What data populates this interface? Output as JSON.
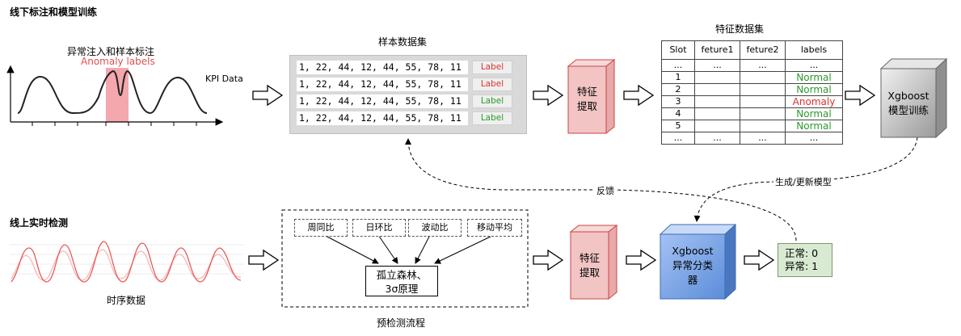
{
  "offline": {
    "title": "线下标注和模型训练",
    "kpi_label_title": "异常注入和样本标注",
    "anomaly_labels": "Anomaly labels",
    "kpi_data": "KPI Data",
    "sample_title": "样本数据集",
    "sample_rows": [
      {
        "values": "1, 22, 44, 12, 44, 55, 78, 11",
        "label": "Label",
        "label_color": "#e03030"
      },
      {
        "values": "1, 22, 44, 12, 44, 55, 78, 11",
        "label": "Label",
        "label_color": "#e03030"
      },
      {
        "values": "1, 22, 44, 12, 44, 55, 78, 11",
        "label": "Label",
        "label_color": "#2a9a2a"
      },
      {
        "values": "1, 22, 44, 12, 44, 55, 78, 11",
        "label": "Label",
        "label_color": "#2a9a2a"
      }
    ],
    "feature_extract": [
      "特征",
      "提取"
    ],
    "feature_table_title": "特征数据集",
    "feature_table": {
      "headers": [
        "Slot",
        "feture1",
        "feture2",
        "labels"
      ],
      "ellipsis": "...",
      "rows": [
        {
          "slot": "1",
          "label": "Normal",
          "color": "#2a9a2a"
        },
        {
          "slot": "2",
          "label": "Normal",
          "color": "#2a9a2a"
        },
        {
          "slot": "3",
          "label": "Anomaly",
          "color": "#e03030"
        },
        {
          "slot": "4",
          "label": "Normal",
          "color": "#2a9a2a"
        },
        {
          "slot": "5",
          "label": "Normal",
          "color": "#2a9a2a"
        }
      ]
    },
    "xgb_train": [
      "Xgboost",
      "模型训练"
    ]
  },
  "links": {
    "feedback": "反馈",
    "generate": "生成/更新模型"
  },
  "online": {
    "title": "线上实时检测",
    "timeseries_label": "时序数据",
    "precheck_title": "预检测流程",
    "metrics": [
      "周同比",
      "日环比",
      "波动比",
      "移动平均"
    ],
    "algo": [
      "孤立森林、",
      "3σ原理"
    ],
    "feature_extract": [
      "特征",
      "提取"
    ],
    "classifier": [
      "Xgboost",
      "异常分类",
      "器"
    ],
    "results": [
      "正常: 0",
      "异常: 1"
    ]
  },
  "colors": {
    "anomaly_band": "#f4a7ad",
    "cube_red": "#f2c4c4",
    "cube_blue": "#6d9eeb",
    "cube_gray": "#b7b7b7",
    "result_green": "#d9ead3"
  }
}
